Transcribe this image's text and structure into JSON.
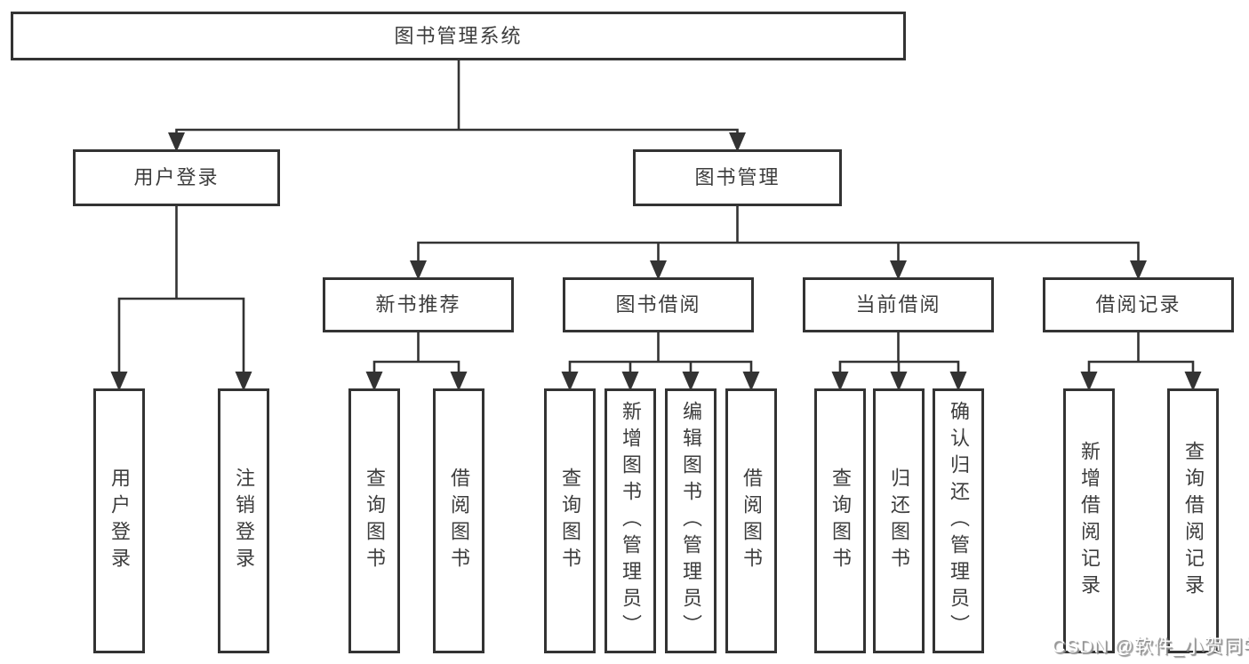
{
  "nodes": {
    "root": {
      "label": "图书管理系统"
    },
    "login": {
      "label": "用户登录",
      "children": [
        {
          "label": "用户登录"
        },
        {
          "label": "注销登录"
        }
      ]
    },
    "mgmt": {
      "label": "图书管理",
      "children": [
        {
          "label": "新书推荐",
          "children": [
            {
              "label": "查询图书"
            },
            {
              "label": "借阅图书"
            }
          ]
        },
        {
          "label": "图书借阅",
          "children": [
            {
              "label": "查询图书"
            },
            {
              "label": "新增图书（管理员）"
            },
            {
              "label": "编辑图书（管理员）"
            },
            {
              "label": "借阅图书"
            }
          ]
        },
        {
          "label": "当前借阅",
          "children": [
            {
              "label": "查询图书"
            },
            {
              "label": "归还图书"
            },
            {
              "label": "确认归还（管理员）"
            }
          ]
        },
        {
          "label": "借阅记录",
          "children": [
            {
              "label": "新增借阅记录"
            },
            {
              "label": "查询借阅记录"
            }
          ]
        }
      ]
    }
  },
  "watermark": {
    "text": "CSDN @软件_小贺同学"
  },
  "colors": {
    "background": "#ffffff",
    "line": "#333333",
    "box_border": "#333333",
    "box_fill": "#ffffff",
    "text": "#3d3d3d",
    "watermark_text": "#ffffff",
    "watermark_shadow": "#8f8f8f"
  }
}
